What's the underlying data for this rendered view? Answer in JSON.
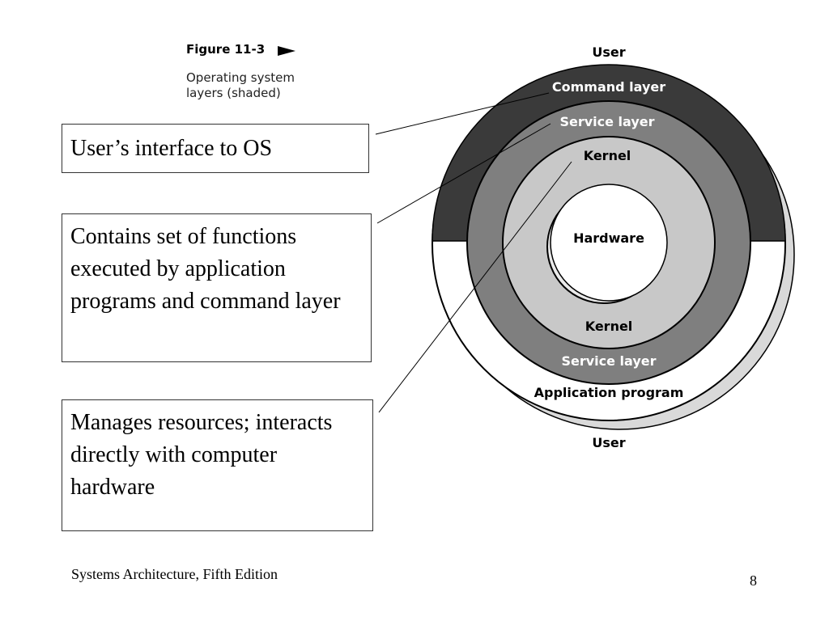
{
  "figure": {
    "title": "Figure 11-3",
    "description": "Operating system\nlayers (shaded)"
  },
  "callouts": [
    "User’s interface to OS",
    "Contains set of functions executed by application programs and command layer",
    "Manages resources; interacts directly with computer hardware"
  ],
  "diagram": {
    "labels": {
      "user_top": "User",
      "command_layer": "Command layer",
      "service_layer_top": "Service layer",
      "kernel_top": "Kernel",
      "hardware": "Hardware",
      "kernel_bottom": "Kernel",
      "service_layer_bottom": "Service layer",
      "application_program": "Application program",
      "user_bottom": "User"
    },
    "colors": {
      "command_layer": "#3a3a3a",
      "service_layer": "#7f7f7f",
      "kernel": "#c8c8c8",
      "outline": "#000000"
    }
  },
  "footer": {
    "text": "Systems Architecture, Fifth Edition",
    "page": "8"
  }
}
